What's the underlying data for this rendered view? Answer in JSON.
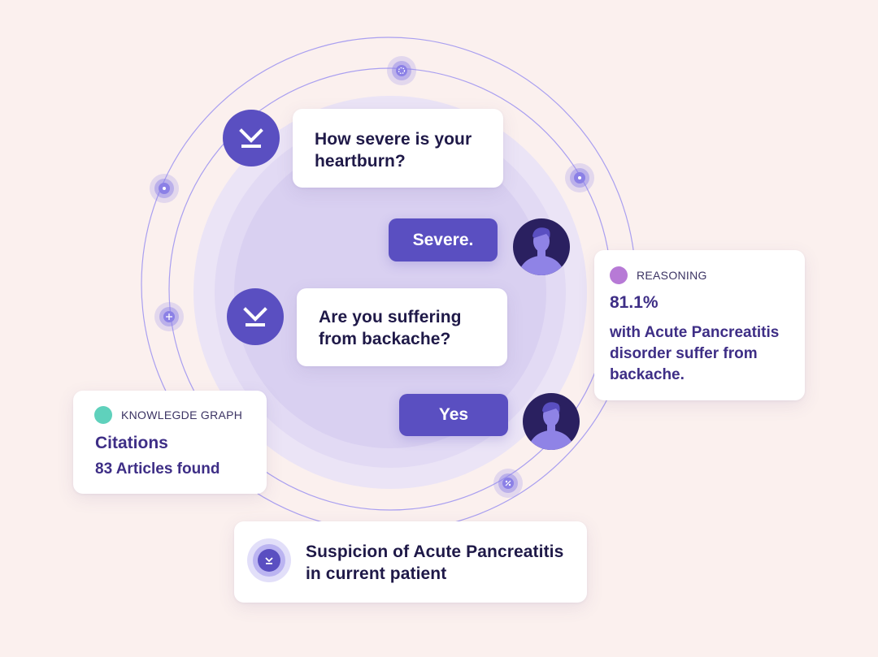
{
  "chat": {
    "question_1": "How severe is your heartburn?",
    "answer_1": "Severe.",
    "question_2": "Are you suffering from backache?",
    "answer_2": "Yes"
  },
  "reasoning": {
    "tag": "REASONING",
    "stat": "81.1%",
    "description": "with Acute Pancreatitis disorder suffer from backache."
  },
  "knowledge_graph": {
    "tag": "KNOWLEGDE GRAPH",
    "title": "Citations",
    "subtitle": "83 Articles found"
  },
  "conclusion": {
    "text": "Suspicion of Acute Pancreatitis in current patient"
  },
  "icons": {
    "bot": "download-arrow-icon",
    "user": "user-avatar",
    "nodes": [
      "target-icon",
      "dashed-circle-icon",
      "move-icon",
      "percent-icon"
    ]
  },
  "colors": {
    "background": "#fbf0ee",
    "accent": "#5a4fc1",
    "heading": "#1f1948",
    "reasoning_dot": "#b77ad6",
    "knowledge_dot": "#5fd1bc"
  }
}
